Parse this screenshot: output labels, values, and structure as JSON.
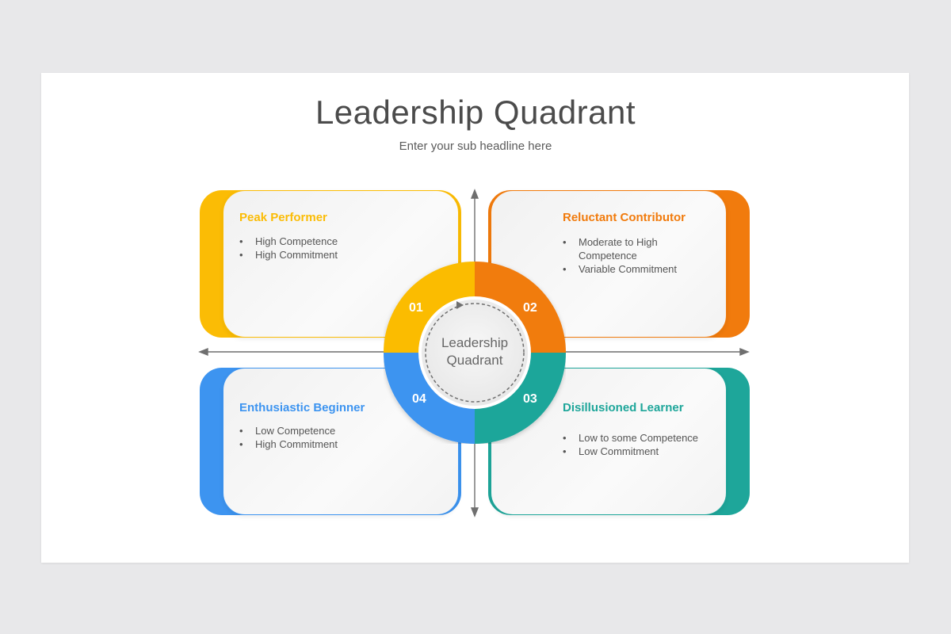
{
  "header": {
    "title": "Leadership Quadrant",
    "subtitle": "Enter your sub headline here"
  },
  "center": {
    "line1": "Leadership",
    "line2": "Quadrant"
  },
  "quadrants": [
    {
      "number": "01",
      "title": "Peak Performer",
      "color": "#fbbc05",
      "bullets": [
        "High Competence",
        "High Commitment"
      ]
    },
    {
      "number": "02",
      "title": "Reluctant Contributor",
      "color": "#f17b0d",
      "bullets": [
        "Moderate to High Competence",
        "Variable Commitment"
      ]
    },
    {
      "number": "03",
      "title": "Disillusioned Learner",
      "color": "#1ea69a",
      "bullets": [
        "Low to some Competence",
        "Low Commitment"
      ]
    },
    {
      "number": "04",
      "title": "Enthusiastic Beginner",
      "color": "#3d94f0",
      "bullets": [
        "Low Competence",
        "High Commitment"
      ]
    }
  ],
  "axis_color": "#6f6f6f"
}
